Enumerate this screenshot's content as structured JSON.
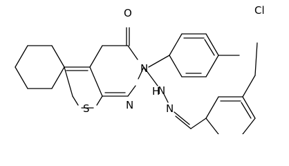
{
  "structure": {
    "atoms": {
      "oxygen": "O",
      "nitrogen_ring": "N",
      "nitrogen_ring2": "N",
      "sulfur": "S",
      "hydrazine_n1": "N",
      "hydrazine_n2": "N",
      "hydrazine_h": "H",
      "chlorine": "Cl"
    }
  }
}
